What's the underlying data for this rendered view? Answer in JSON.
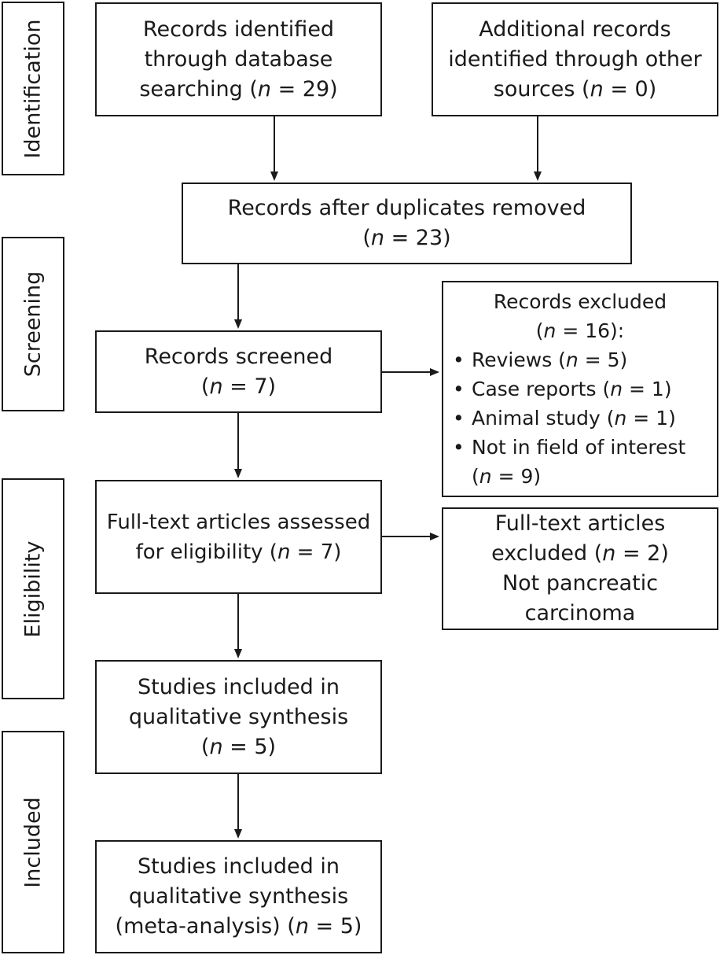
{
  "stages": {
    "identification": "Identification",
    "screening": "Screening",
    "eligibility": "Eligibility",
    "included": "Included"
  },
  "boxes": {
    "database_records": [
      "Records identified",
      "through database",
      "searching (n = 29)"
    ],
    "other_records": [
      "Additional records",
      "identified through other",
      "sources (n = 0)"
    ],
    "after_duplicates": [
      "Records after duplicates removed",
      "(n = 23)"
    ],
    "screened": [
      "Records screened",
      "(n = 7)"
    ],
    "records_excluded": {
      "heading": [
        "Records excluded",
        "(n = 16):"
      ],
      "items": [
        {
          "text": "Reviews (n = 5)",
          "cont": ""
        },
        {
          "text": "Case reports (n = 1)",
          "cont": ""
        },
        {
          "text": "Animal study (n = 1)",
          "cont": ""
        },
        {
          "text": "Not in field of interest",
          "cont": "(n = 9)"
        }
      ]
    },
    "fulltext_assessed": [
      "Full-text articles assessed",
      "for eligibility (n = 7)"
    ],
    "fulltext_excluded": [
      "Full-text articles",
      "excluded (n = 2)",
      "Not pancreatic",
      "carcinoma"
    ],
    "qualitative": [
      "Studies included in",
      "qualitative synthesis",
      "(n = 5)"
    ],
    "quantitative": [
      "Studies included in",
      "qualitative synthesis",
      "(meta-analysis) (n = 5)"
    ]
  }
}
